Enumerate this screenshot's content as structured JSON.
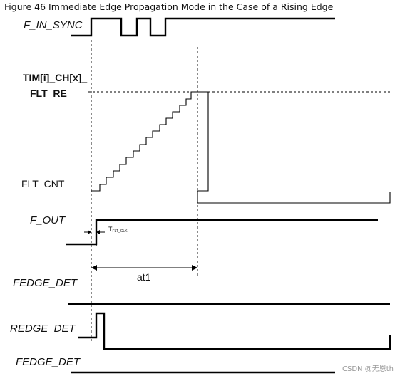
{
  "figure": {
    "caption": "Figure 46    Immediate Edge Propagation Mode in the Case of a Rising Edge"
  },
  "signals": {
    "f_in_sync": "F_IN_SYNC",
    "threshold_line1": "TIM[i]_CH[x]_",
    "threshold_line2": "FLT_RE",
    "flt_cnt": "FLT_CNT",
    "f_out": "F_OUT",
    "fedge_det_1": "FEDGE_DET",
    "redge_det": "REDGE_DET",
    "fedge_det_2": "FEDGE_DET"
  },
  "annotations": {
    "t_flt_clk_main": "T",
    "t_flt_clk_sub": "FLT_CLK",
    "at1": "at1"
  },
  "watermark": "CSDN @无恩th"
}
